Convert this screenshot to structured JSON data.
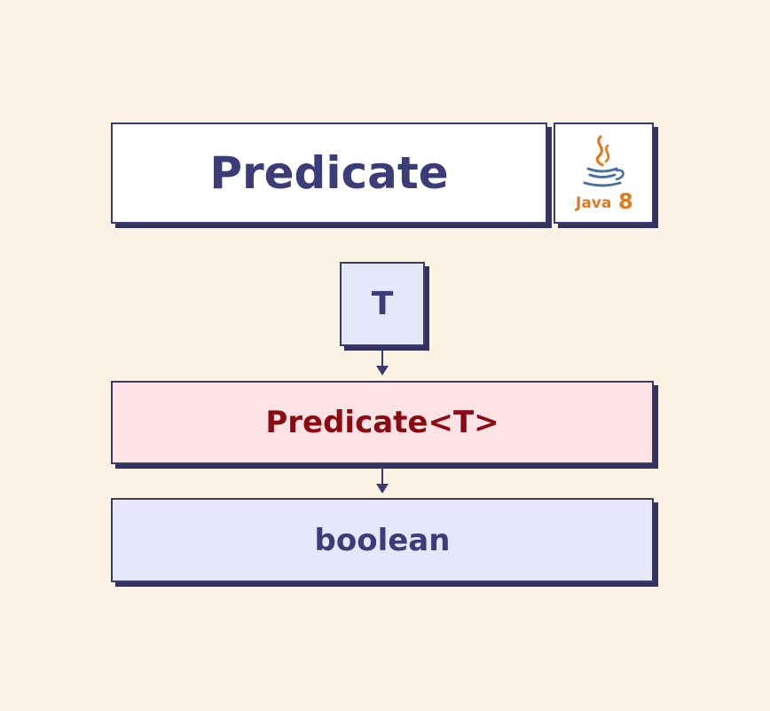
{
  "diagram": {
    "title": "Predicate",
    "logo": {
      "label": "Java",
      "version": "8",
      "icon": "java-coffee-cup-icon",
      "colors": {
        "cup": "#4a6fa5",
        "steam": "#e07a1f",
        "text": "#e07a1f"
      }
    },
    "input_type": "T",
    "function_label": "Predicate<T>",
    "return_type": "boolean",
    "colors": {
      "background": "#fdf3e4",
      "border": "#3b3a6e",
      "title_text": "#3b3c78",
      "function_fill": "#fde3e6",
      "function_text": "#8b0a12",
      "type_fill": "#e6e7fb"
    }
  }
}
